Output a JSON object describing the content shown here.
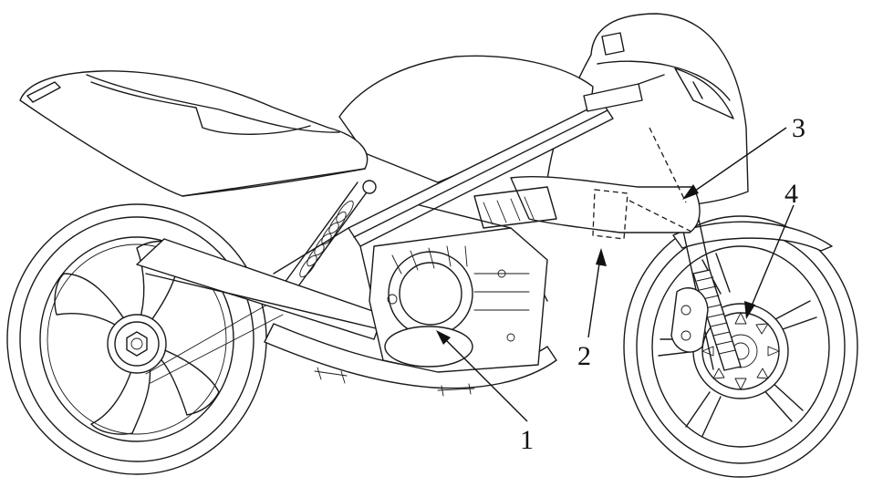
{
  "figure": {
    "subject": "motorcycle",
    "callouts": [
      {
        "id": "1",
        "label": "1"
      },
      {
        "id": "2",
        "label": "2"
      },
      {
        "id": "3",
        "label": "3"
      },
      {
        "id": "4",
        "label": "4"
      }
    ]
  }
}
